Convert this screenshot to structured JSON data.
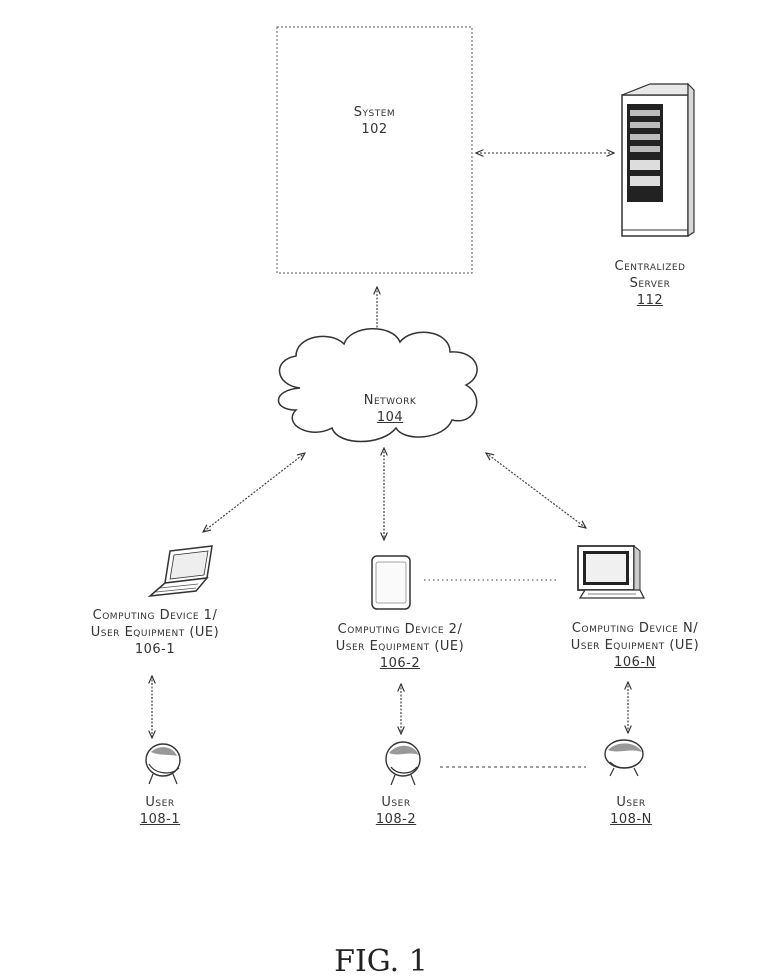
{
  "system": {
    "name": "System",
    "ref": "102"
  },
  "server": {
    "line1": "Centralized",
    "line2": "Server",
    "ref": "112"
  },
  "network": {
    "name": "Network",
    "ref": "104"
  },
  "devices": [
    {
      "line1": "Computing Device 1/",
      "line2": "User Equipment (UE)",
      "ref": "106-1"
    },
    {
      "line1": "Computing Device 2/",
      "line2": "User Equipment (UE)",
      "ref": "106-2"
    },
    {
      "line1": "Computing Device N/",
      "line2": "User Equipment (UE)",
      "ref": "106-N"
    }
  ],
  "users": [
    {
      "name": "User",
      "ref": "108-1"
    },
    {
      "name": "User",
      "ref": "108-2"
    },
    {
      "name": "User",
      "ref": "108-N"
    }
  ],
  "figure_label": "FIG. 1"
}
